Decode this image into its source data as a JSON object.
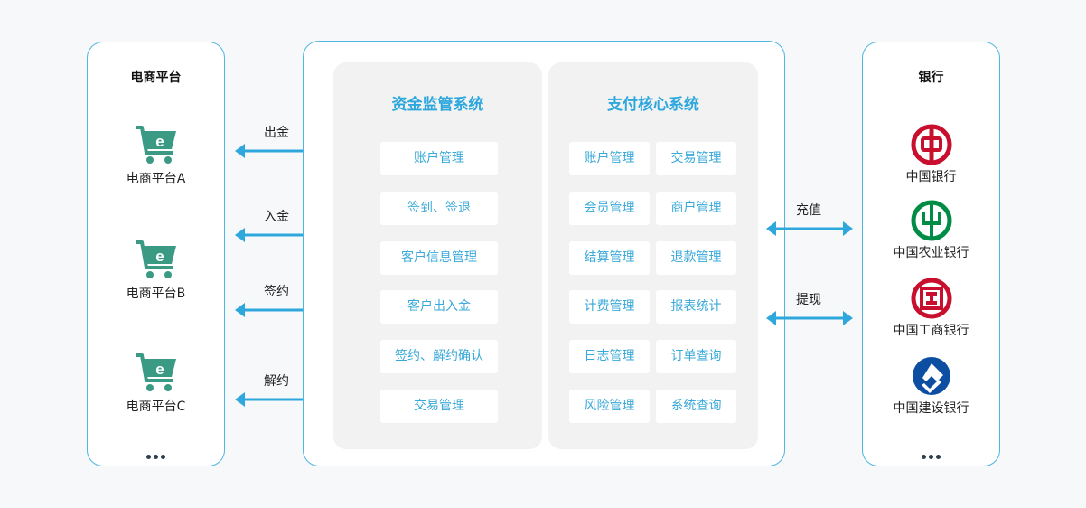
{
  "colors": {
    "accent": "#2ea7dd",
    "border": "#4fb6e2",
    "cart_green": "#3a9a84"
  },
  "left": {
    "title": "电商平台",
    "platforms": [
      "电商平台A",
      "电商平台B",
      "电商平台C"
    ],
    "more": "..."
  },
  "arrows_left": [
    "出金",
    "入金",
    "签约",
    "解约"
  ],
  "fund_system": {
    "title": "资金监管系统",
    "modules": [
      "账户管理",
      "签到、签退",
      "客户信息管理",
      "客户出入金",
      "签约、解约确认",
      "交易管理"
    ]
  },
  "pay_system": {
    "title": "支付核心系统",
    "modules": [
      "账户管理",
      "交易管理",
      "会员管理",
      "商户管理",
      "结算管理",
      "退款管理",
      "计费管理",
      "报表统计",
      "日志管理",
      "订单查询",
      "风险管理",
      "系统查询"
    ]
  },
  "arrows_right": [
    "充值",
    "提现"
  ],
  "right": {
    "title": "银行",
    "banks": [
      {
        "name": "中国银行",
        "icon": "bank-of-china-logo",
        "color": "#c8102e"
      },
      {
        "name": "中国农业银行",
        "icon": "agricultural-bank-logo",
        "color": "#008c45"
      },
      {
        "name": "中国工商银行",
        "icon": "icbc-logo",
        "color": "#c8102e"
      },
      {
        "name": "中国建设银行",
        "icon": "ccb-logo",
        "color": "#0b4ea2"
      }
    ],
    "more": "..."
  }
}
